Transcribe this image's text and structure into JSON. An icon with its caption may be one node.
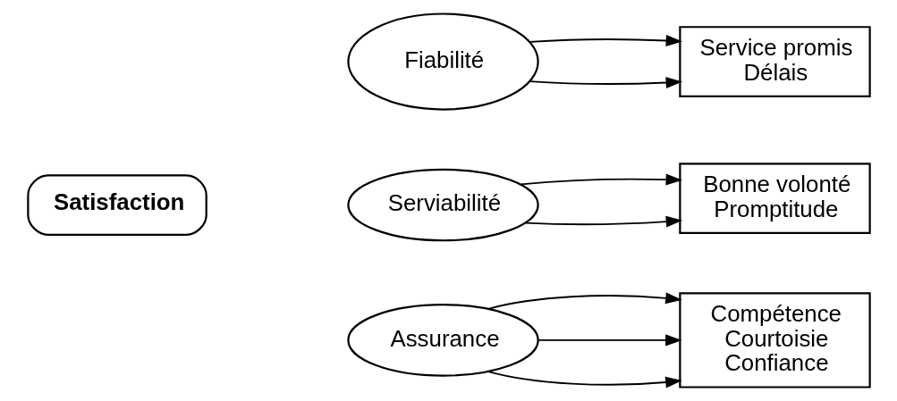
{
  "diagram": {
    "nodes": [
      {
        "text": [
          "Satisfaction"
        ]
      },
      {
        "text": [
          "Fiabilité"
        ]
      },
      {
        "text": [
          "Service promis",
          "Délais"
        ]
      },
      {
        "text": [
          "Serviabilité"
        ]
      },
      {
        "text": [
          "Bonne volonté",
          "Promptitude"
        ]
      },
      {
        "text": [
          "Assurance"
        ]
      },
      {
        "text": [
          "Compétence",
          "Courtoisie",
          "Confiance"
        ]
      }
    ],
    "edges": [
      {
        "from": 1,
        "to": 2,
        "arrow": "to"
      },
      {
        "from": 1,
        "to": 2,
        "arrow": "to"
      },
      {
        "from": 3,
        "to": 4,
        "arrow": "to"
      },
      {
        "from": 3,
        "to": 4,
        "arrow": "to"
      },
      {
        "from": 5,
        "to": 6,
        "arrow": "to"
      },
      {
        "from": 5,
        "to": 6,
        "arrow": "to"
      },
      {
        "from": 5,
        "to": 6,
        "arrow": "to"
      }
    ]
  }
}
